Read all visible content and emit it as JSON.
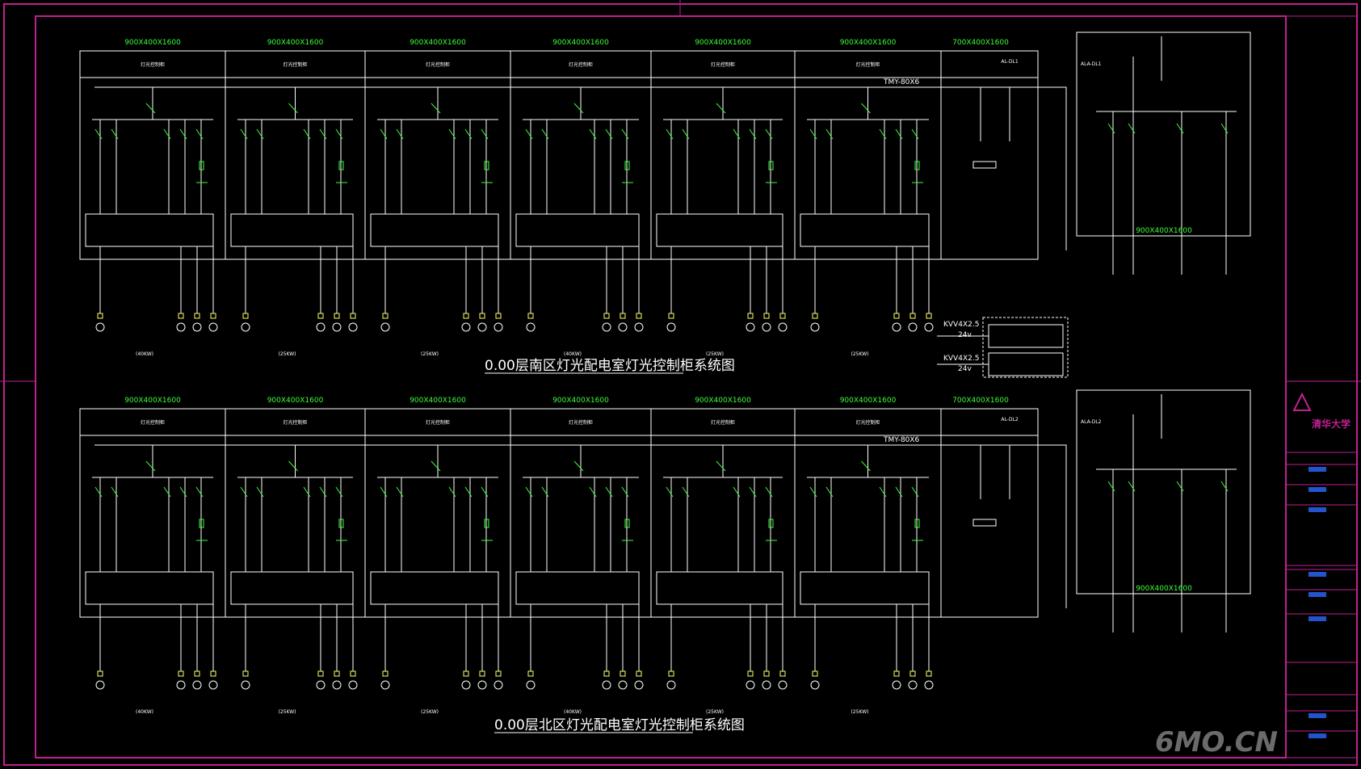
{
  "colors": {
    "background": "#000000",
    "frame": "#c0208f",
    "line": "#ffffff",
    "accent": "#3cff3c",
    "title_block_blue": "#2255cc"
  },
  "panels": [
    {
      "title": "0.00层南区灯光配电室灯光控制柜系统图",
      "cabinets": [
        {
          "size": "900X400X1600",
          "name": "灯光控制柜",
          "load": "(40KW)"
        },
        {
          "size": "900X400X1600",
          "name": "灯光控制柜",
          "load": "(25KW)"
        },
        {
          "size": "900X400X1600",
          "name": "灯光控制柜",
          "load": "(25KW)"
        },
        {
          "size": "900X400X1600",
          "name": "灯光控制柜",
          "load": "(40KW)"
        },
        {
          "size": "900X400X1600",
          "name": "灯光控制柜",
          "load": "(25KW)"
        },
        {
          "size": "900X400X1600",
          "name": "灯光控制柜",
          "load": "(25KW)"
        }
      ],
      "feeder": {
        "size": "700X400X1600",
        "code": "AL-DL1"
      },
      "bus": "TMY-80X6",
      "right_size": "900X400X1600",
      "right_code": "ALA-DL1"
    },
    {
      "title": "0.00层北区灯光配电室灯光控制柜系统图",
      "cabinets": [
        {
          "size": "900X400X1600",
          "name": "灯光控制柜",
          "load": "(40KW)"
        },
        {
          "size": "900X400X1600",
          "name": "灯光控制柜",
          "load": "(25KW)"
        },
        {
          "size": "900X400X1600",
          "name": "灯光控制柜",
          "load": "(25KW)"
        },
        {
          "size": "900X400X1600",
          "name": "灯光控制柜",
          "load": "(40KW)"
        },
        {
          "size": "900X400X1600",
          "name": "灯光控制柜",
          "load": "(25KW)"
        },
        {
          "size": "900X400X1600",
          "name": "灯光控制柜",
          "load": "(25KW)"
        }
      ],
      "feeder": {
        "size": "700X400X1600",
        "code": "AL-DL2"
      },
      "bus": "TMY-80X6",
      "right_size": "900X400X1600",
      "right_code": "ALA-DL2"
    }
  ],
  "middle_cables": [
    {
      "cable": "KVV4X2.5",
      "voltage": "24v"
    },
    {
      "cable": "KVV4X2.5",
      "voltage": "24v"
    }
  ],
  "watermark": "6MO.CN",
  "logo_text": "清华大学"
}
